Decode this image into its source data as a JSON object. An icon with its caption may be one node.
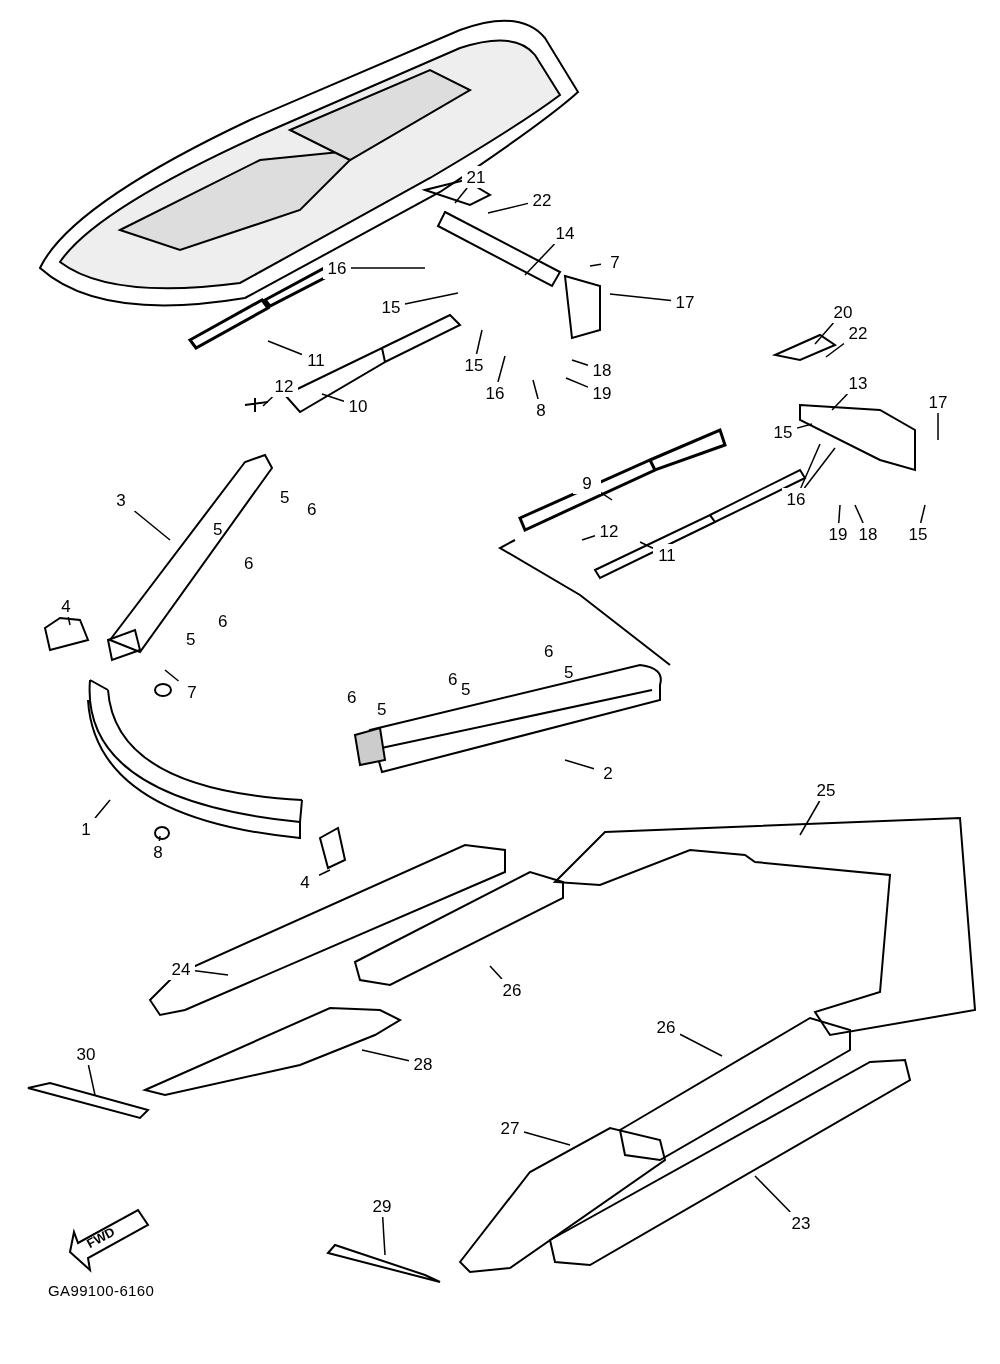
{
  "diagram": {
    "nodes": [
      {
        "text": [
          "21"
        ]
      },
      {
        "text": [
          "22"
        ]
      },
      {
        "text": [
          "14"
        ]
      },
      {
        "text": [
          "16"
        ]
      },
      {
        "text": [
          "7"
        ]
      },
      {
        "text": [
          "17"
        ]
      },
      {
        "text": [
          "15"
        ]
      },
      {
        "text": [
          "11"
        ]
      },
      {
        "text": [
          "15"
        ]
      },
      {
        "text": [
          "16"
        ]
      },
      {
        "text": [
          "18"
        ]
      },
      {
        "text": [
          "19"
        ]
      },
      {
        "text": [
          "8"
        ]
      },
      {
        "text": [
          "12"
        ]
      },
      {
        "text": [
          "10"
        ]
      },
      {
        "text": [
          "20"
        ]
      },
      {
        "text": [
          "22"
        ]
      },
      {
        "text": [
          "13"
        ]
      },
      {
        "text": [
          "17"
        ]
      },
      {
        "text": [
          "15"
        ]
      },
      {
        "text": [
          "9"
        ]
      },
      {
        "text": [
          "16"
        ]
      },
      {
        "text": [
          "19"
        ]
      },
      {
        "text": [
          "18"
        ]
      },
      {
        "text": [
          "15"
        ]
      },
      {
        "text": [
          "12"
        ]
      },
      {
        "text": [
          "11"
        ]
      },
      {
        "text": [
          "3"
        ]
      },
      {
        "text": [
          "4"
        ]
      },
      {
        "text": [
          "7"
        ]
      },
      {
        "text": [
          "2"
        ]
      },
      {
        "text": [
          "1"
        ]
      },
      {
        "text": [
          "8"
        ]
      },
      {
        "text": [
          "4"
        ]
      },
      {
        "text": [
          "25"
        ]
      },
      {
        "text": [
          "24"
        ]
      },
      {
        "text": [
          "26"
        ]
      },
      {
        "text": [
          "26"
        ]
      },
      {
        "text": [
          "28"
        ]
      },
      {
        "text": [
          "30"
        ]
      },
      {
        "text": [
          "27"
        ]
      },
      {
        "text": [
          "23"
        ]
      },
      {
        "text": [
          "29"
        ]
      }
    ],
    "edges": [
      {
        "from": 0,
        "to": null,
        "arrow": "none"
      },
      {
        "from": 1,
        "to": null,
        "arrow": "none"
      },
      {
        "from": 2,
        "to": null,
        "arrow": "none"
      },
      {
        "from": 3,
        "to": null,
        "arrow": "none"
      },
      {
        "from": 4,
        "to": null,
        "arrow": "none"
      },
      {
        "from": 5,
        "to": null,
        "arrow": "none"
      },
      {
        "from": 6,
        "to": null,
        "arrow": "none"
      },
      {
        "from": 7,
        "to": null,
        "arrow": "none"
      },
      {
        "from": 8,
        "to": null,
        "arrow": "none"
      },
      {
        "from": 9,
        "to": null,
        "arrow": "none"
      },
      {
        "from": 10,
        "to": null,
        "arrow": "none"
      },
      {
        "from": 11,
        "to": null,
        "arrow": "none"
      },
      {
        "from": 12,
        "to": null,
        "arrow": "none"
      },
      {
        "from": 13,
        "to": null,
        "arrow": "none"
      },
      {
        "from": 14,
        "to": null,
        "arrow": "none"
      },
      {
        "from": 15,
        "to": null,
        "arrow": "none"
      },
      {
        "from": 16,
        "to": null,
        "arrow": "none"
      },
      {
        "from": 17,
        "to": null,
        "arrow": "none"
      },
      {
        "from": 18,
        "to": null,
        "arrow": "none"
      },
      {
        "from": 19,
        "to": null,
        "arrow": "none"
      },
      {
        "from": 20,
        "to": null,
        "arrow": "none"
      },
      {
        "from": 21,
        "to": null,
        "arrow": "none"
      },
      {
        "from": 21,
        "to": null,
        "arrow": "none"
      },
      {
        "from": 22,
        "to": null,
        "arrow": "none"
      },
      {
        "from": 23,
        "to": null,
        "arrow": "none"
      },
      {
        "from": 24,
        "to": null,
        "arrow": "none"
      },
      {
        "from": 25,
        "to": null,
        "arrow": "none"
      },
      {
        "from": 26,
        "to": null,
        "arrow": "none"
      },
      {
        "from": 27,
        "to": null,
        "arrow": "none"
      },
      {
        "from": 28,
        "to": null,
        "arrow": "none"
      },
      {
        "from": 29,
        "to": null,
        "arrow": "none"
      },
      {
        "from": 30,
        "to": null,
        "arrow": "none"
      },
      {
        "from": 31,
        "to": null,
        "arrow": "none"
      },
      {
        "from": 32,
        "to": null,
        "arrow": "none"
      },
      {
        "from": 33,
        "to": null,
        "arrow": "none"
      },
      {
        "from": 34,
        "to": null,
        "arrow": "none"
      },
      {
        "from": 35,
        "to": null,
        "arrow": "none"
      },
      {
        "from": 36,
        "to": null,
        "arrow": "none"
      },
      {
        "from": 37,
        "to": null,
        "arrow": "none"
      },
      {
        "from": 38,
        "to": null,
        "arrow": "none"
      },
      {
        "from": 39,
        "to": null,
        "arrow": "none"
      },
      {
        "from": 40,
        "to": null,
        "arrow": "none"
      },
      {
        "from": 41,
        "to": null,
        "arrow": "none"
      },
      {
        "from": 42,
        "to": null,
        "arrow": "none"
      }
    ],
    "labels": [
      "5",
      "6",
      "5",
      "6",
      "6",
      "5",
      "6",
      "5",
      "6",
      "6",
      "5",
      "5",
      "FWD",
      "GA99100-6160"
    ]
  }
}
